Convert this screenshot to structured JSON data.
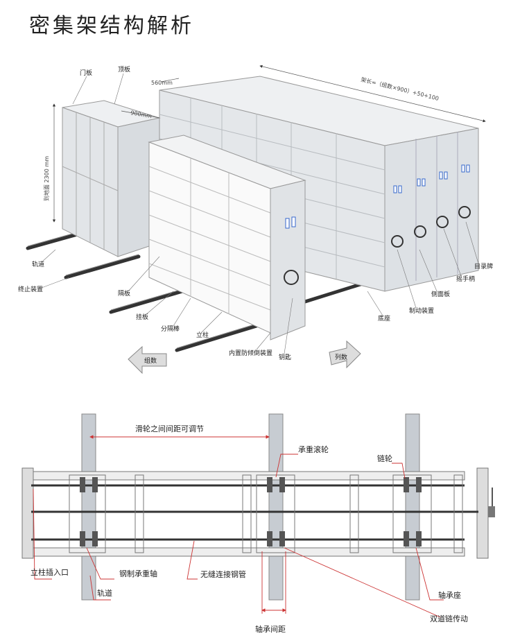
{
  "title": "密集架结构解析",
  "top_diagram": {
    "labels": {
      "door_panel": "门板",
      "top_panel": "顶板",
      "depth": "560mm",
      "width": "900mm",
      "height": "到地面 2300 mm",
      "length": "架长=（组数×900）+50+100",
      "rail": "轨道",
      "stopper": "终止装置",
      "shelf": "隔板",
      "hanging_plate": "挂板",
      "divider": "分隔棒",
      "column": "立柱",
      "anti_tilt": "内置防倾倒装置",
      "key": "钥匙",
      "base": "底座",
      "brake": "制动装置",
      "side_panel": "侧面板",
      "handle": "摇手柄",
      "catalog": "目录牌",
      "arrow_left": "组数",
      "arrow_right": "列数"
    }
  },
  "bottom_diagram": {
    "labels": {
      "spacing": "滑轮之间间距可调节",
      "roller": "承重滚轮",
      "sprocket": "链轮",
      "column_slot": "立柱插入口",
      "axle": "钢制承重轴",
      "pipe": "无缝连接钢管",
      "rail": "轨道",
      "bearing_seat": "轴承座",
      "chain": "双道链传动",
      "bearing_gap": "轴承间距"
    }
  }
}
